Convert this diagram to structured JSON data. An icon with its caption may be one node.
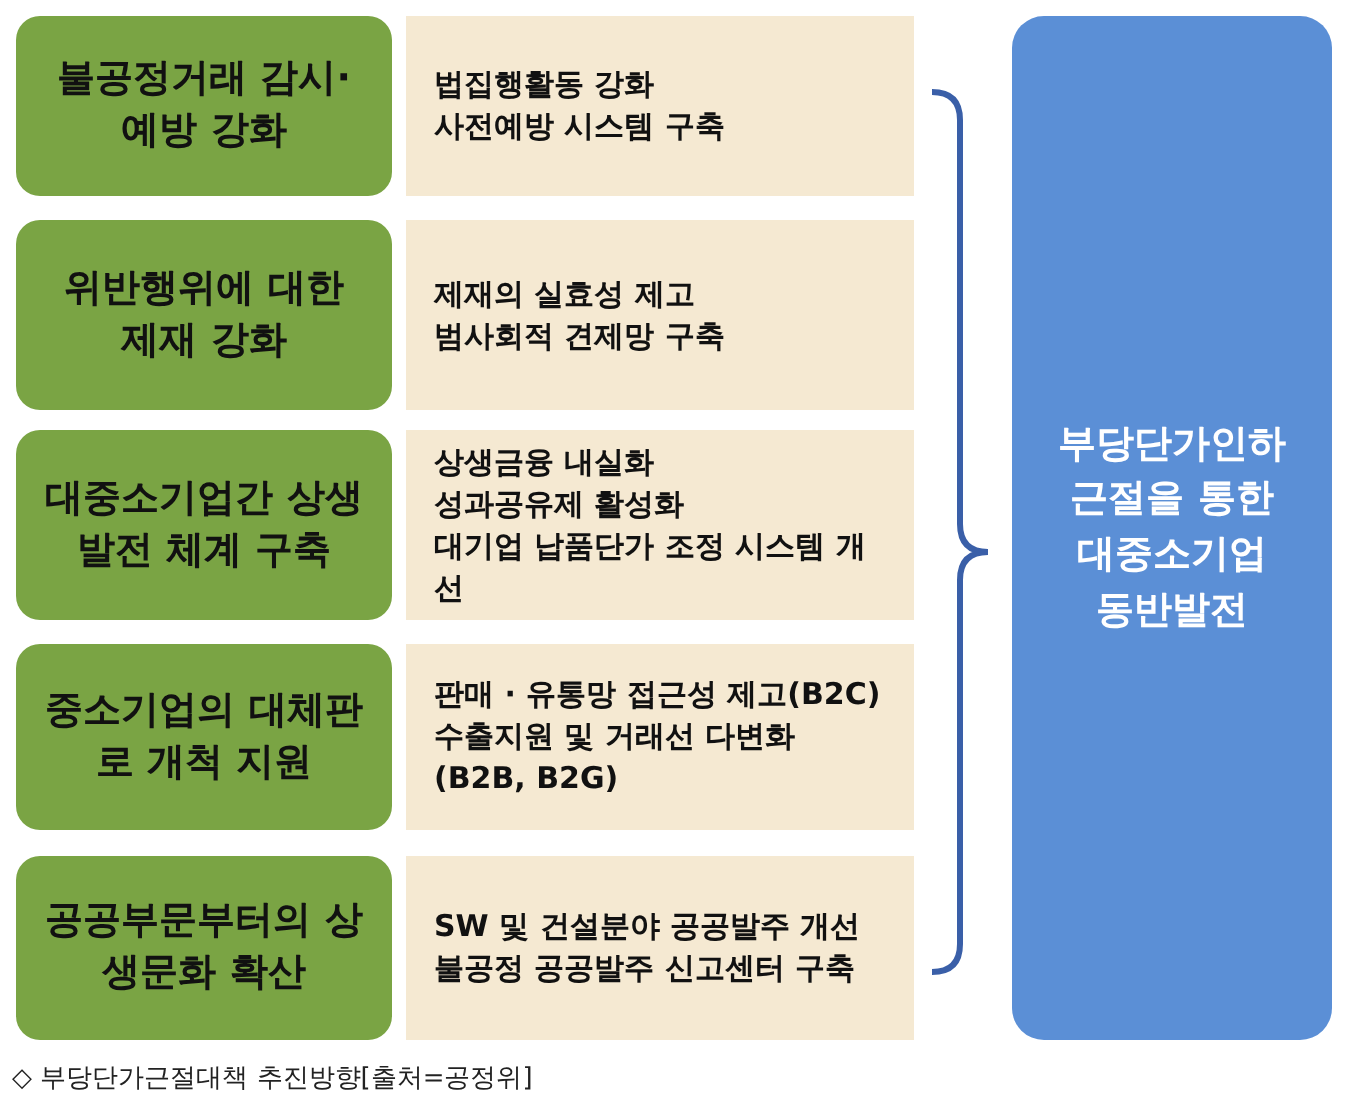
{
  "diagram": {
    "caption": "◇ 부당단가근절대책 추진방향[출처=공정위]",
    "nodes": [
      {
        "text": [
          "불공정거래 감시·예방 강화"
        ]
      },
      {
        "text": [
          "법집행활동 강화",
          "사전예방 시스템 구축"
        ]
      },
      {
        "text": [
          "위반행위에 대한 제재 강화"
        ]
      },
      {
        "text": [
          "제재의 실효성 제고",
          "범사회적 견제망 구축"
        ]
      },
      {
        "text": [
          "대중소기업간 상생발전 체계 구축"
        ]
      },
      {
        "text": [
          "상생금융 내실화",
          "성과공유제 활성화",
          "대기업 납품단가 조정 시스템 개선"
        ]
      },
      {
        "text": [
          "중소기업의 대체판로 개척 지원"
        ]
      },
      {
        "text": [
          "판매 · 유통망 접근성 제고(B2C)",
          "수출지원 및 거래선 다변화 (B2B, B2G)"
        ]
      },
      {
        "text": [
          "공공부문부터의 상생문화 확산"
        ]
      },
      {
        "text": [
          "SW 및 건설분야 공공발주 개선",
          "불공정 공공발주 신고센터 구축"
        ]
      },
      {
        "text": [
          "부당단가인하 근절을 통한 대중소기업 동반발전"
        ]
      }
    ]
  }
}
